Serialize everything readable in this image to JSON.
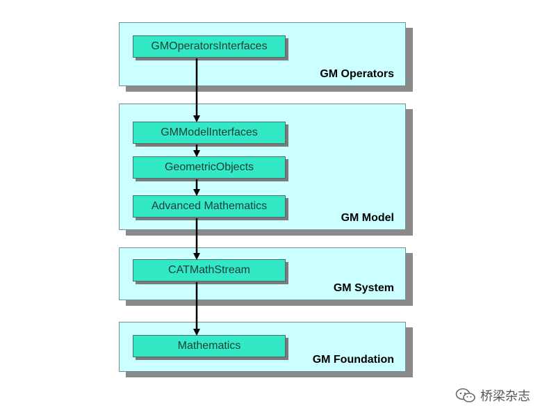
{
  "layers": [
    {
      "id": "operators",
      "label": "GM Operators"
    },
    {
      "id": "model",
      "label": "GM Model"
    },
    {
      "id": "system",
      "label": "GM System"
    },
    {
      "id": "foundation",
      "label": "GM Foundation"
    }
  ],
  "modules": [
    {
      "id": "gmoperatorsinterfaces",
      "label": "GMOperatorsInterfaces"
    },
    {
      "id": "gmmodelinterfaces",
      "label": "GMModelInterfaces"
    },
    {
      "id": "geometricobjects",
      "label": "GeometricObjects"
    },
    {
      "id": "advancedmathematics",
      "label": "Advanced Mathematics"
    },
    {
      "id": "catmathstream",
      "label": "CATMathStream"
    },
    {
      "id": "mathematics",
      "label": "Mathematics"
    }
  ],
  "edges": [
    {
      "from": "GMOperatorsInterfaces",
      "to": "GMModelInterfaces"
    },
    {
      "from": "GMModelInterfaces",
      "to": "GeometricObjects"
    },
    {
      "from": "GeometricObjects",
      "to": "Advanced Mathematics"
    },
    {
      "from": "Advanced Mathematics",
      "to": "CATMathStream"
    },
    {
      "from": "CATMathStream",
      "to": "Mathematics"
    }
  ],
  "watermark": {
    "text": "桥梁杂志",
    "icon": "wechat-icon"
  },
  "colors": {
    "layer_fill": "#ccffff",
    "module_fill": "#33e8c4",
    "shadow": "#8a8a8a",
    "arrow": "#000000"
  }
}
